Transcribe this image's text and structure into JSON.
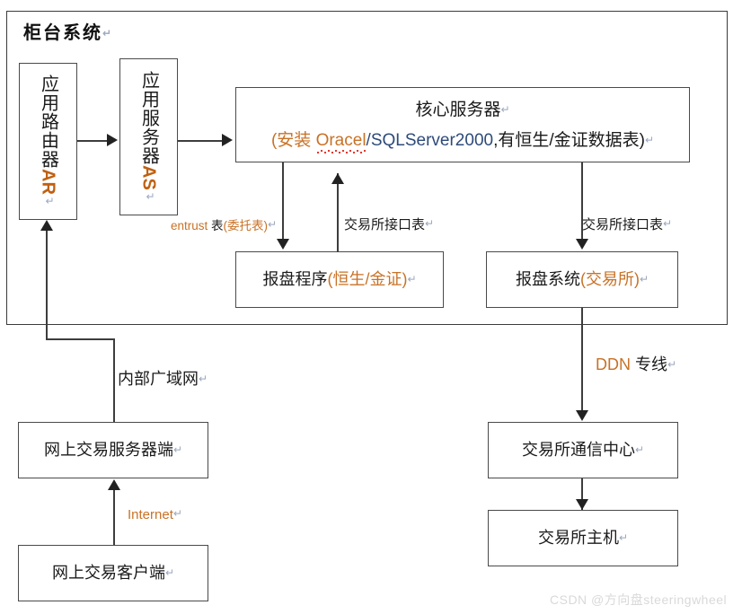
{
  "diagram": {
    "title": "柜台系统",
    "title_pilcrow": "↵"
  },
  "nodes": {
    "app_router": {
      "label_cn": "应用路由器",
      "label_code": "AR",
      "pilcrow": "↵"
    },
    "app_server": {
      "label_cn": "应用服务器",
      "label_code": "AS",
      "pilcrow": "↵"
    },
    "core_server": {
      "line1": "核心服务器",
      "line1_pilcrow": "↵",
      "line2_open": "(安装 ",
      "line2_db": "Oracel",
      "line2_db2": "/SQLServer2000",
      "line2_rest": ",有恒生/金证数据表)",
      "line2_pilcrow": "↵"
    },
    "quote_program": {
      "label_main": "报盘程序",
      "label_paren": "(恒生/金证)",
      "pilcrow": "↵"
    },
    "quote_system": {
      "label_main": "报盘系统",
      "label_paren": "(交易所)",
      "pilcrow": "↵"
    },
    "online_trade_server": {
      "label": "网上交易服务器端",
      "pilcrow": "↵"
    },
    "online_trade_client": {
      "label": "网上交易客户端",
      "pilcrow": "↵"
    },
    "exchange_comm_center": {
      "label": "交易所通信中心",
      "pilcrow": "↵"
    },
    "exchange_host": {
      "label": "交易所主机",
      "pilcrow": "↵"
    }
  },
  "edges": {
    "entrust_table": {
      "latin": "entrust",
      "cn": " 表",
      "paren": "(委托表)",
      "pilcrow": "↵"
    },
    "exchange_iface_left": {
      "label": "交易所接口表",
      "pilcrow": "↵"
    },
    "exchange_iface_right": {
      "label": "交易所接口表",
      "pilcrow": "↵"
    },
    "internal_wan": {
      "label": "内部广域网",
      "pilcrow": "↵"
    },
    "internet": {
      "label": "Internet",
      "pilcrow": "↵"
    },
    "ddn_line": {
      "latin": "DDN",
      "cn": " 专线",
      "pilcrow": "↵"
    }
  },
  "watermark": {
    "text": "CSDN @方向盘steeringwheel"
  },
  "colors": {
    "accent_orange": "#c87226",
    "stroke": "#3d3d3d",
    "spellcheck_red": "#e03b2f",
    "watermark_grey": "#d9d9d9"
  }
}
